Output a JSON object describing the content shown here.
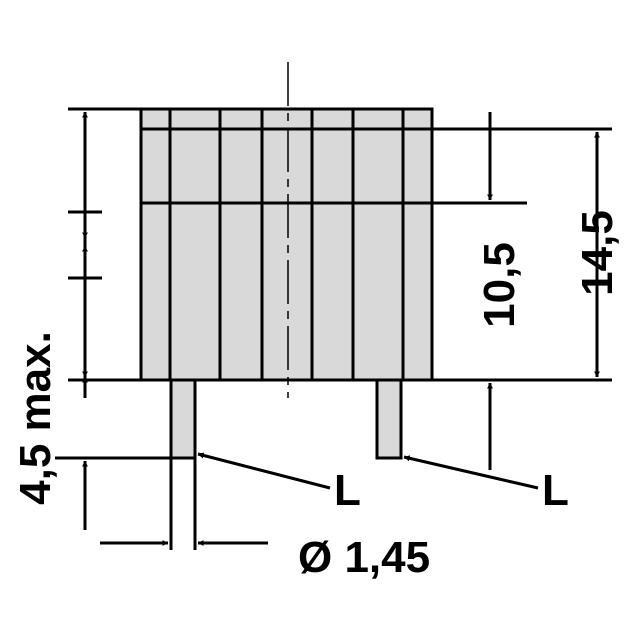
{
  "dimensions": {
    "height_total": "14,5",
    "height_fins": "10,5",
    "pin_length": "4,5 max.",
    "pin_diameter": "Ø 1,45"
  },
  "labels": {
    "pin_left": "L",
    "pin_right": "L"
  },
  "colors": {
    "body_fill": "#d9d9d9",
    "line": "#000000",
    "background": "#ffffff"
  }
}
